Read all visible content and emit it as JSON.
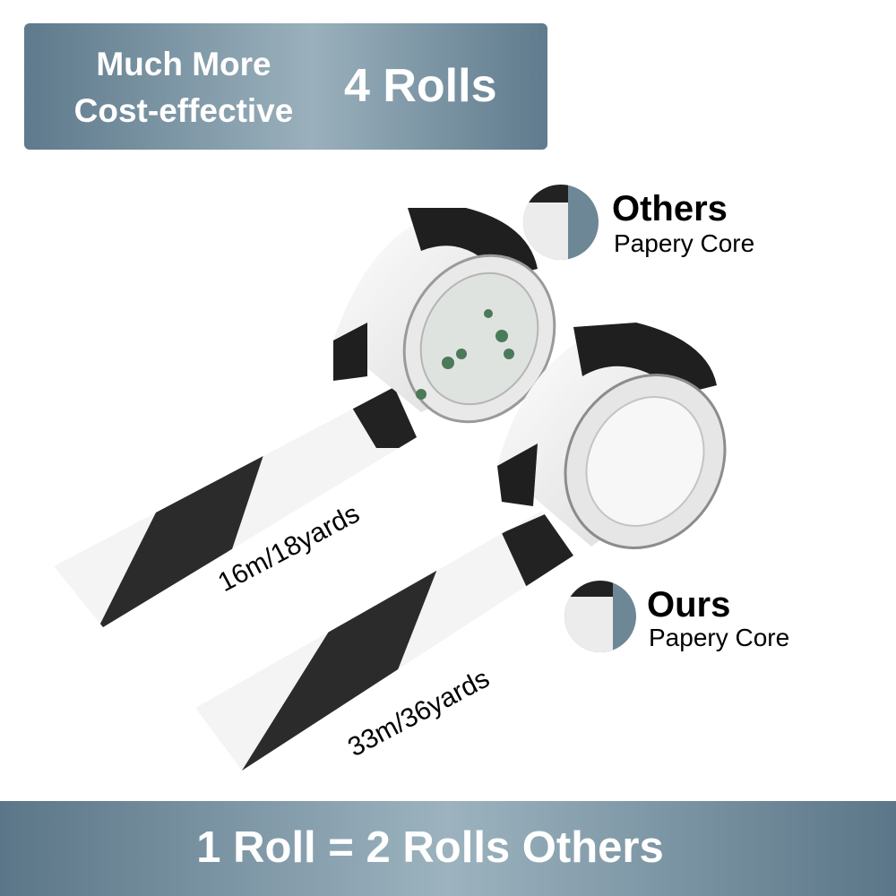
{
  "header": {
    "tagline_line1": "Much More",
    "tagline_line2": "Cost-effective",
    "count": "4 Rolls"
  },
  "others": {
    "title": "Others",
    "subtitle": "Papery Core",
    "length": "16m/18yards"
  },
  "ours": {
    "title": "Ours",
    "subtitle": "Papery Core",
    "length": "33m/36yards"
  },
  "footer": {
    "text": "1 Roll = 2 Rolls Others"
  },
  "colors": {
    "banner": "#6f8a9b",
    "tape_black": "#1e1e1e",
    "tape_white": "#f2f2f2"
  },
  "icons": [
    "tape-roll-others-image",
    "tape-roll-ours-image",
    "core-closeup-others-icon",
    "core-closeup-ours-icon"
  ]
}
